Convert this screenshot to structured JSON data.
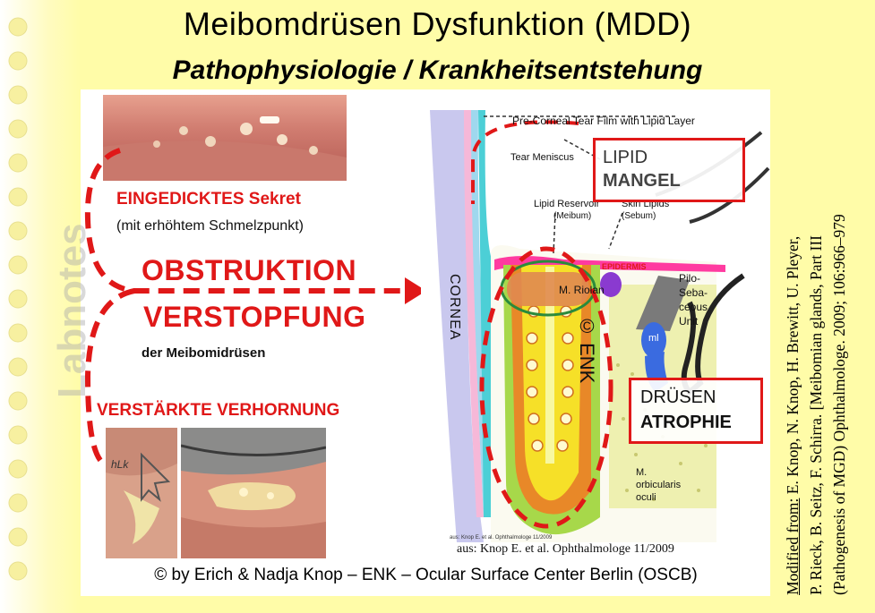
{
  "header": {
    "title": "Meibomdrüsen Dysfunktion (MDD)",
    "subtitle": "Pathophysiologie / Krankheitsentstehung"
  },
  "watermark": "Labnotes",
  "left": {
    "thickened_secretion": "EINGEDICKTES Sekret",
    "melting_point": "(mit erhöhtem Schmelzpunkt)",
    "obstruction": "OBSTRUKTION",
    "blockage": "VERSTOPFUNG",
    "of_glands": "der Meibomidrüsen",
    "keratinization": "VERSTÄRKTE VERHORNUNG",
    "photo_label": "hLk"
  },
  "diagram": {
    "tear_film": "Pre-Corneal Tear Film with Lipid Layer",
    "tear_meniscus": "Tear Meniscus",
    "lipid_reservoir": "Lipid Reservoir",
    "meibum": "(Meibum)",
    "skin_lipids": "Skin Lipids",
    "sebum": "(Sebum)",
    "epidermis": "EPIDERMIS",
    "riolan": "M. Riolan",
    "cornea": "CORNEA",
    "pilo_1": "Pilo-",
    "pilo_2": "Seba-",
    "pilo_3": "ceous",
    "pilo_4": "Unit",
    "ml": "ml",
    "orb_1": "M.",
    "orb_2": "orbicularis",
    "orb_3": "oculi",
    "copyright_mark": "© ENK",
    "source_small": "aus: Knop E. et al. Ophthalmologe 11/2009",
    "source": "aus:  Knop E. et al. Ophthalmologe  11/2009"
  },
  "boxes": {
    "lipid_1": "LIPID",
    "lipid_2": "MANGEL",
    "drusen_1": "DRÜSEN",
    "drusen_2": "ATROPHIE"
  },
  "footer": "© by Erich & Nadja Knop – ENK –  Ocular Surface Center Berlin (OSCB)",
  "reference": {
    "prefix": "Modified from:",
    "line1": " E. Knop, N. Knop, H. Brewitt, U. Pleyer,",
    "line2": "P. Rieck, B. Seitz, F. Schirra. [Meibomian glands, Part III",
    "line3": "(Pathogenesis of MGD) Ophthalmologe. 2009; 106:966–979"
  },
  "colors": {
    "accent_red": "#e01818",
    "background": "#fffca8"
  }
}
